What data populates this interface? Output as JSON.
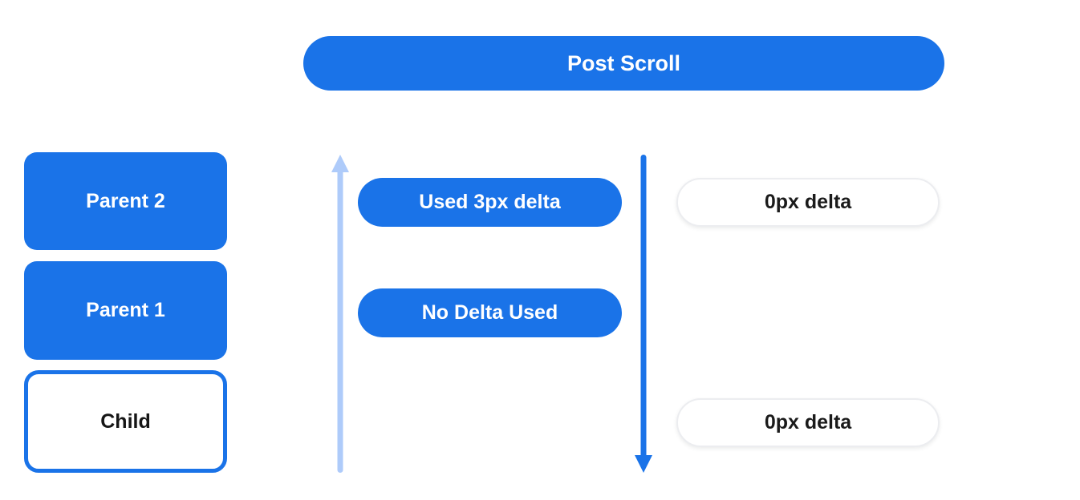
{
  "title": "Post Scroll",
  "colors": {
    "primary_blue": "#1A73E8",
    "light_blue": "#AECBFA",
    "white": "#FFFFFF",
    "text_dark": "#1B1B1B"
  },
  "left_stack": {
    "items": [
      {
        "label": "Parent 2",
        "style": "filled"
      },
      {
        "label": "Parent 1",
        "style": "filled"
      },
      {
        "label": "Child",
        "style": "outlined"
      }
    ]
  },
  "middle_column": {
    "pills": [
      {
        "label": "Used 3px delta"
      },
      {
        "label": "No Delta Used"
      }
    ]
  },
  "right_column": {
    "pills": [
      {
        "label": "0px delta"
      },
      {
        "label": "0px delta"
      }
    ]
  },
  "arrows": [
    {
      "name": "upward-propagation-arrow",
      "direction": "up",
      "color": "#AECBFA"
    },
    {
      "name": "downward-scroll-arrow",
      "direction": "down",
      "color": "#1A73E8"
    }
  ]
}
